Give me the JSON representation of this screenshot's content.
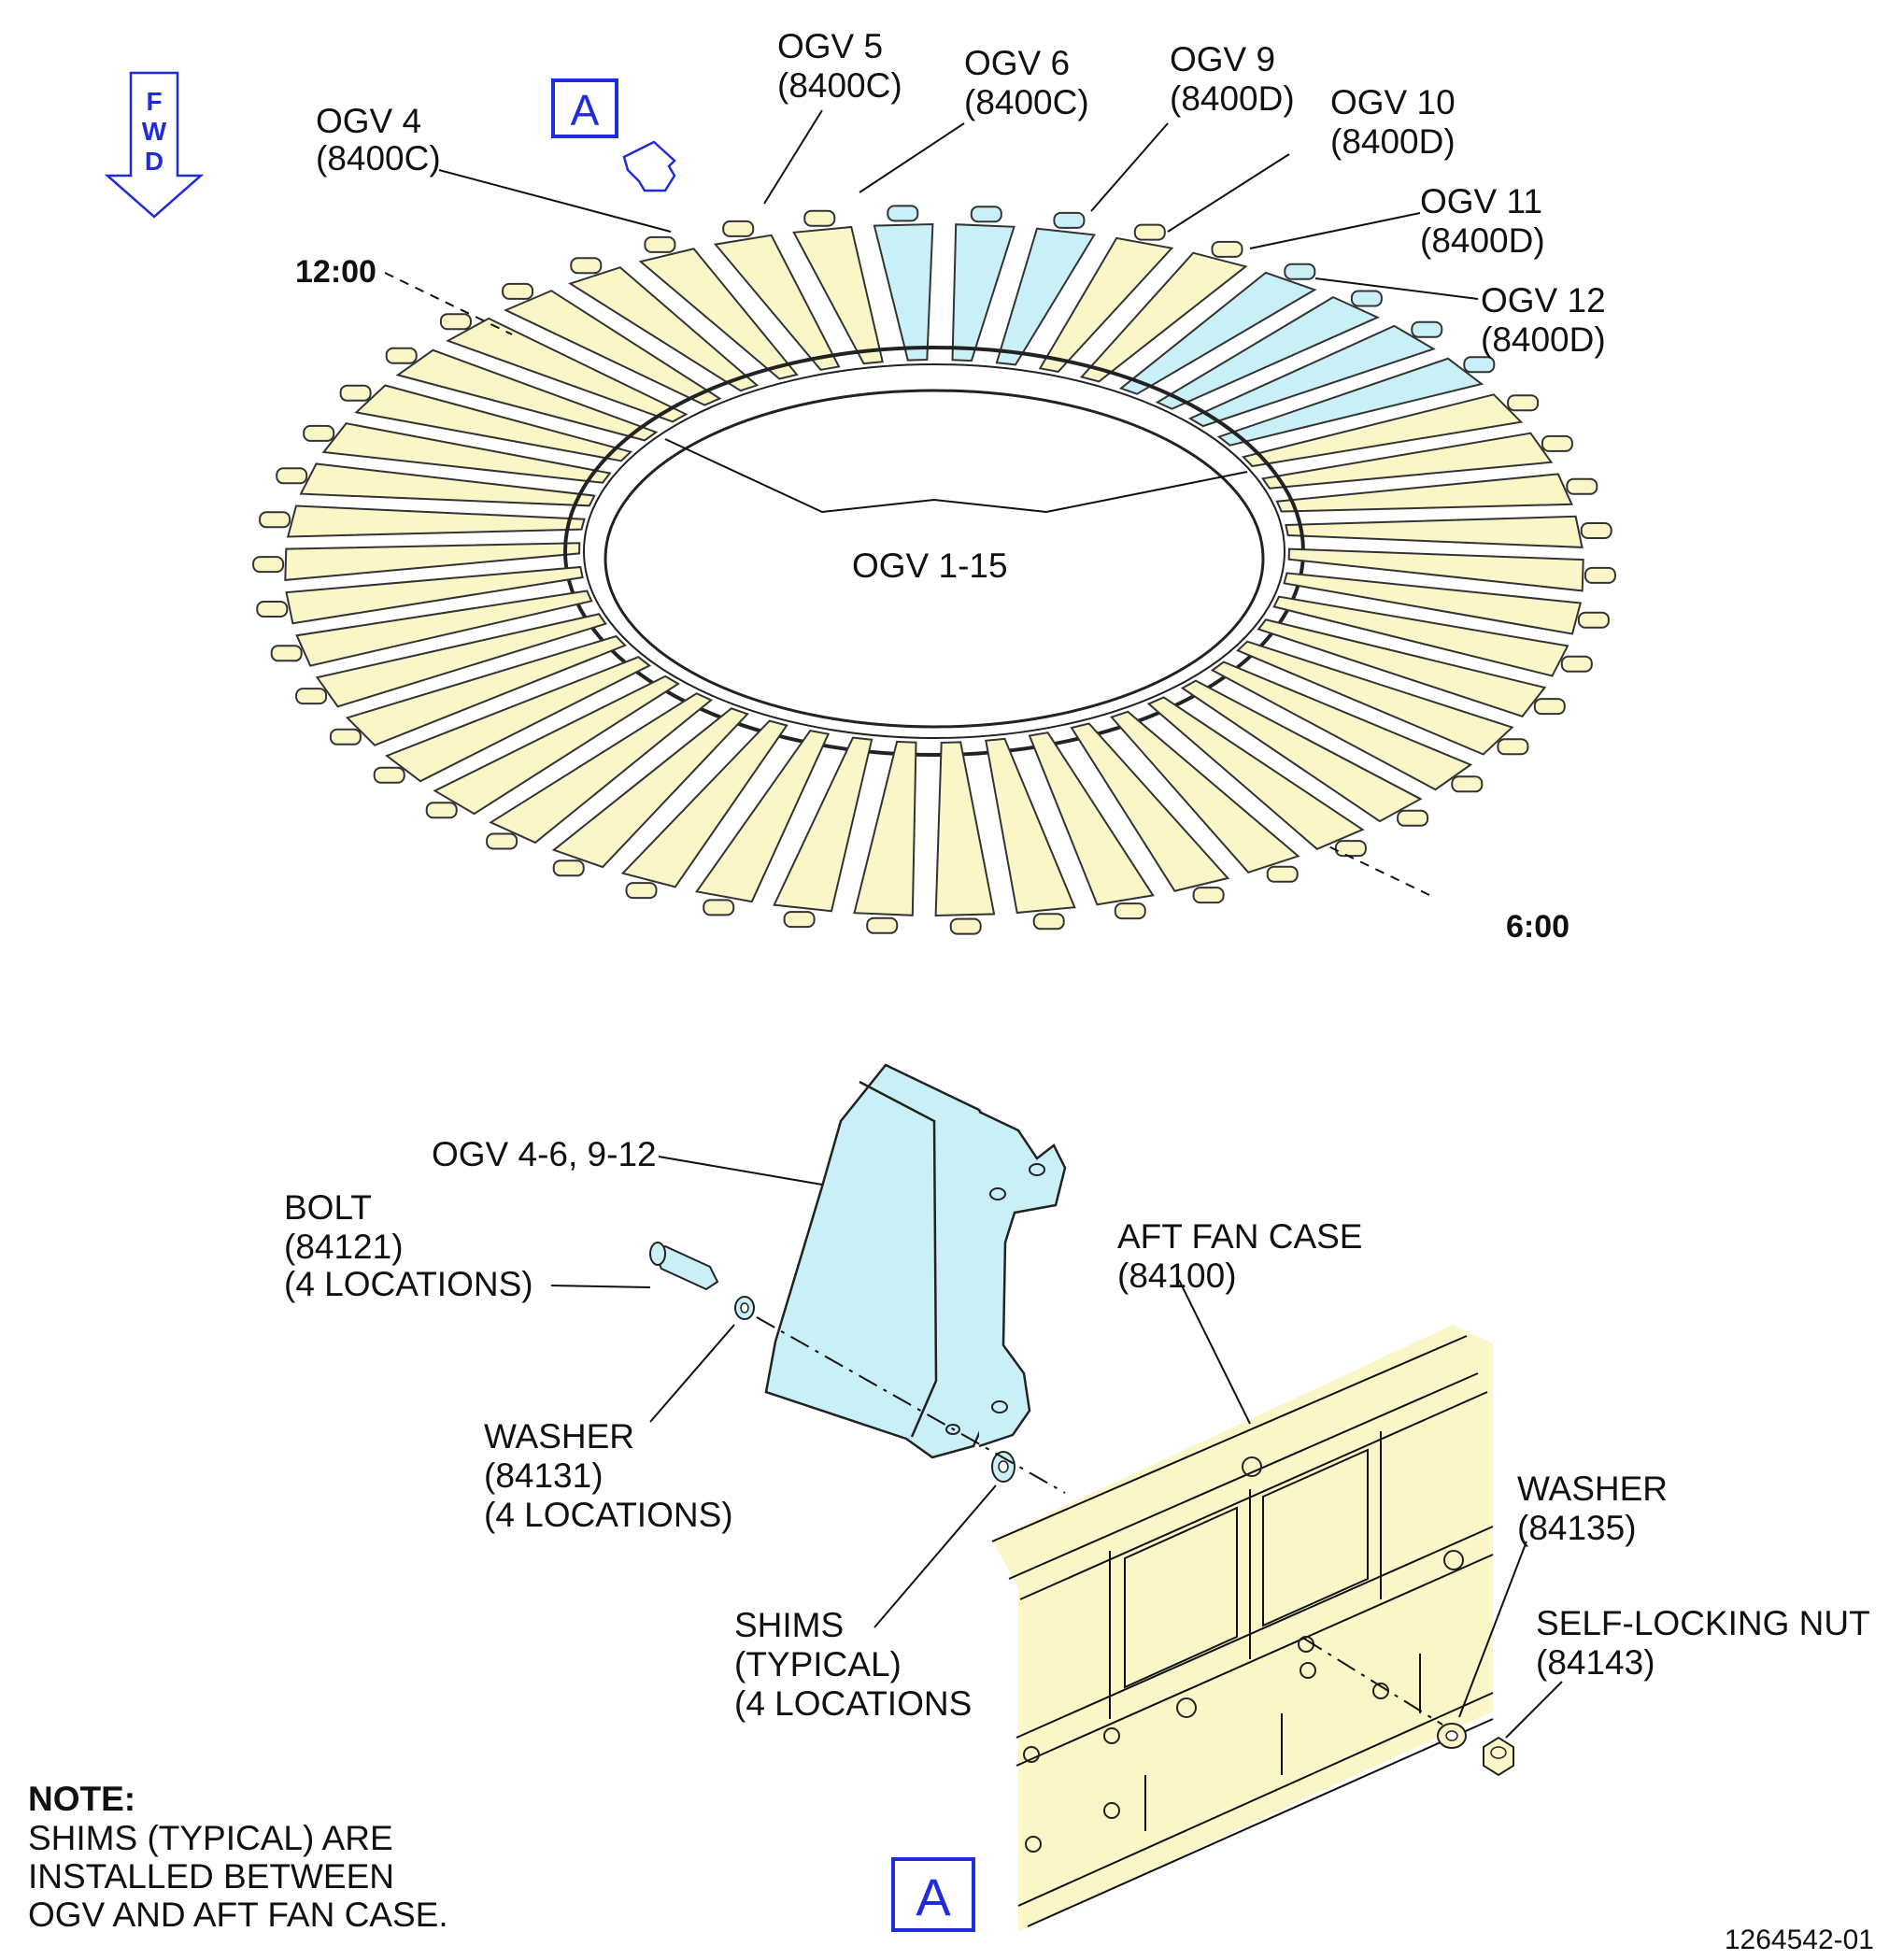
{
  "fwd_indicator": {
    "letters": [
      "F",
      "W",
      "D"
    ],
    "color": "#1f2bdc"
  },
  "view_marker": {
    "letter": "A",
    "color": "#1f2bdc"
  },
  "colors": {
    "vane_fill": "#fbf6c8",
    "ogv_highlight": "#c9f0f7",
    "case_fill": "#fbf6c8"
  },
  "labels": {
    "ogv4": {
      "name": "OGV 4",
      "ref": "(8400C)"
    },
    "ogv5": {
      "name": "OGV 5",
      "ref": "(8400C)"
    },
    "ogv6": {
      "name": "OGV 6",
      "ref": "(8400C)"
    },
    "ogv9": {
      "name": "OGV 9",
      "ref": "(8400D)"
    },
    "ogv10": {
      "name": "OGV 10",
      "ref": "(8400D)"
    },
    "ogv11": {
      "name": "OGV 11",
      "ref": "(8400D)"
    },
    "ogv12": {
      "name": "OGV 12",
      "ref": "(8400D)"
    },
    "ogv_range": "OGV 1-15",
    "clock_12": "12:00",
    "clock_6": "6:00",
    "detail_ogv": "OGV 4-6, 9-12",
    "bolt": {
      "name": "BOLT",
      "ref": "(84121)",
      "qty": "(4 LOCATIONS)"
    },
    "washer_a": {
      "name": "WASHER",
      "ref": "(84131)",
      "qty": "(4 LOCATIONS)"
    },
    "shims": {
      "name": "SHIMS",
      "type": "(TYPICAL)",
      "qty": "(4 LOCATIONS"
    },
    "aft_fan_case": {
      "name": "AFT  FAN CASE",
      "ref": "(84100)"
    },
    "washer_b": {
      "name": "WASHER",
      "ref": "(84135)"
    },
    "nut": {
      "name": "SELF-LOCKING NUT",
      "ref": "(84143)"
    }
  },
  "note": {
    "heading": "NOTE:",
    "lines": [
      "SHIMS (TYPICAL) ARE",
      "INSTALLED BETWEEN",
      "OGV AND AFT FAN CASE."
    ]
  },
  "figure_id": "1264542-01"
}
